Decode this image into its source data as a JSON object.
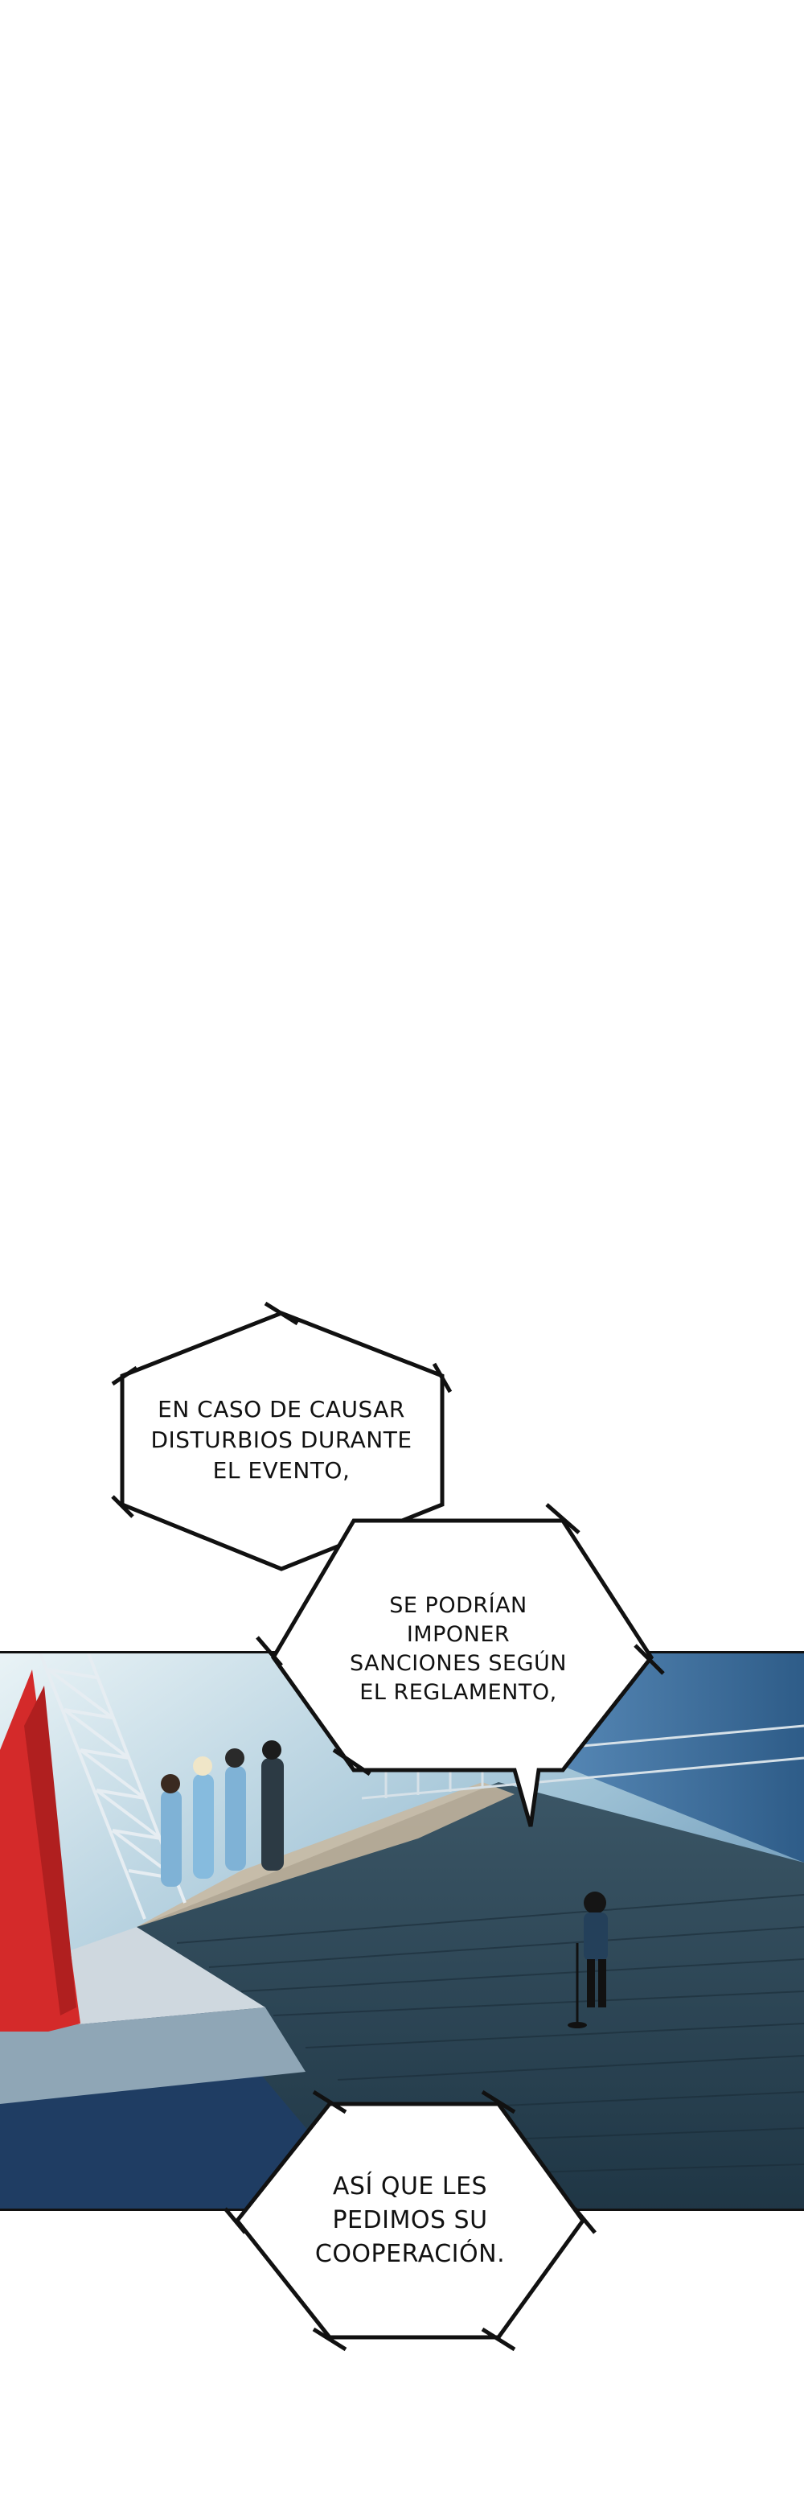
{
  "bubbles": [
    {
      "lines": [
        "EN CASO DE CAUSAR",
        "DISTURBIOS DURANTE",
        "EL EVENTO,"
      ]
    },
    {
      "lines": [
        "SE PODRÍAN",
        "IMPONER",
        "SANCIONES SEGÚN",
        "EL REGLAMENTO,"
      ]
    },
    {
      "lines": [
        "ASÍ QUE LES",
        "PEDIMOS SU",
        "COOPERACIÓN."
      ]
    }
  ],
  "colors": {
    "background": "#ffffff",
    "stage_floor": "#2f4a5c",
    "stage_light": "#c9b8a0",
    "curtain": "#d42a2a",
    "sky": "#3d6f9e",
    "truss": "#dfe7ee",
    "ink": "#111111"
  }
}
